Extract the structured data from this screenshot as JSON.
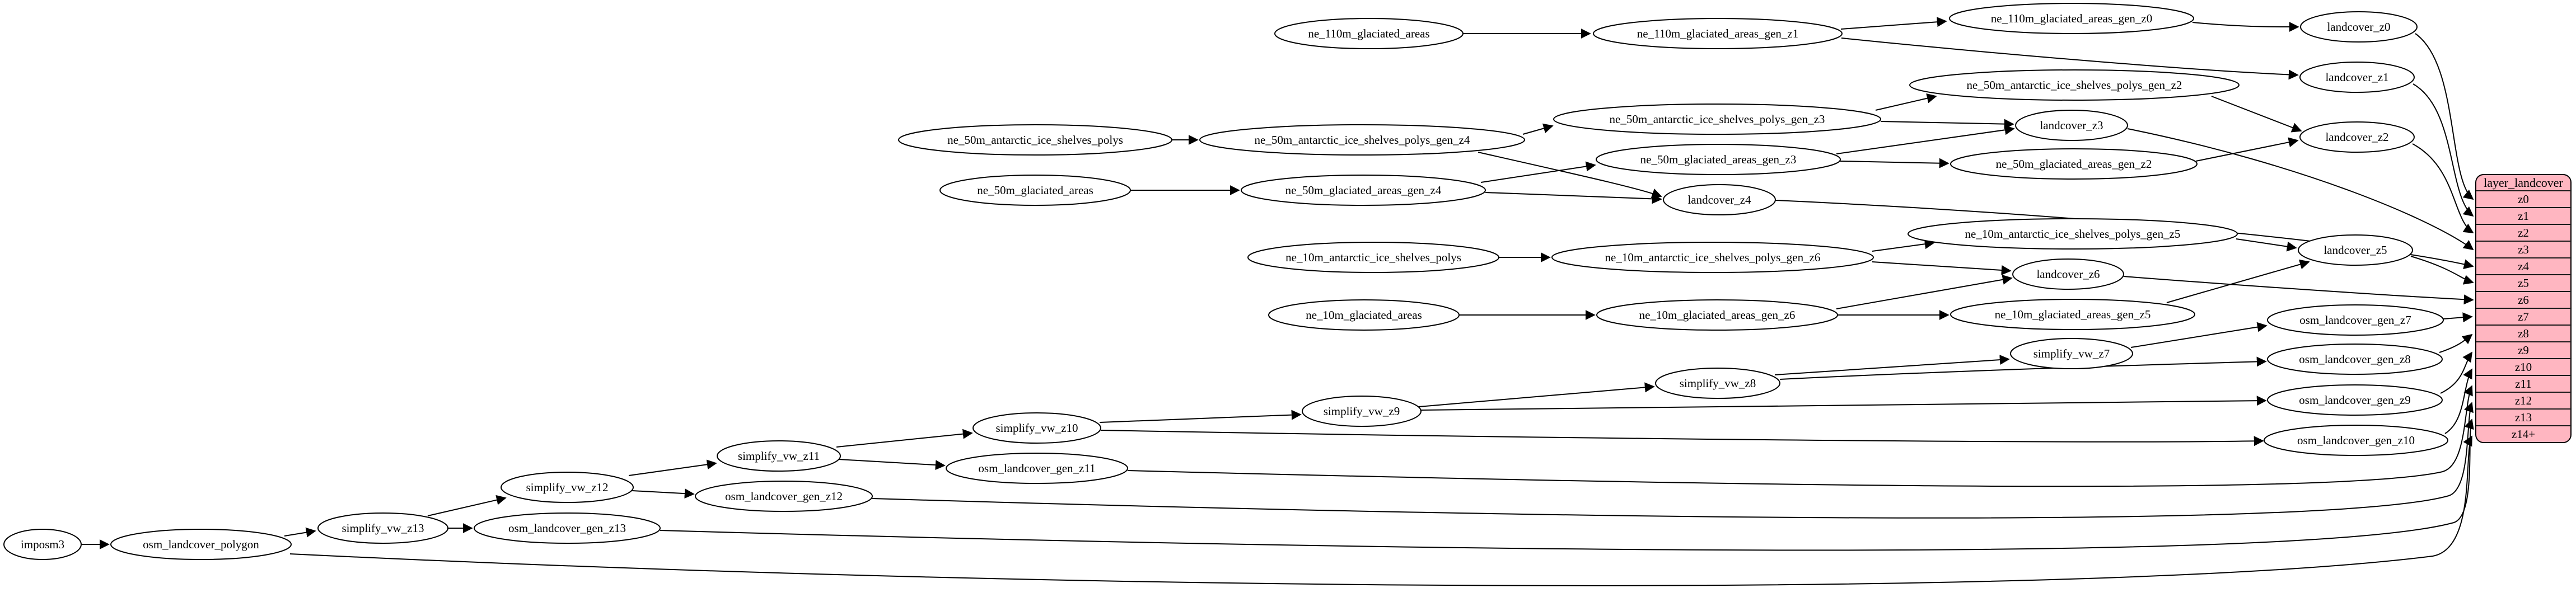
{
  "diagram": {
    "kind": "etl-dependency-graph",
    "layer": "landcover"
  },
  "colors": {
    "record_fill": "#ffb6c1",
    "record_stroke": "#000000",
    "node_fill": "#ffffff",
    "edge": "#000000"
  },
  "record": {
    "title": "layer_landcover",
    "rows": [
      "z0",
      "z1",
      "z2",
      "z3",
      "z4",
      "z5",
      "z6",
      "z7",
      "z8",
      "z9",
      "z10",
      "z11",
      "z12",
      "z13",
      "z14+"
    ]
  },
  "nodes": [
    {
      "id": "ne_110m_glaciated_areas",
      "label": "ne_110m_glaciated_areas"
    },
    {
      "id": "ne_110m_glaciated_areas_gen_z1",
      "label": "ne_110m_glaciated_areas_gen_z1"
    },
    {
      "id": "ne_110m_glaciated_areas_gen_z0",
      "label": "ne_110m_glaciated_areas_gen_z0"
    },
    {
      "id": "landcover_z0",
      "label": "landcover_z0"
    },
    {
      "id": "landcover_z1",
      "label": "landcover_z1"
    },
    {
      "id": "ne_50m_antarctic_ice_shelves_polys",
      "label": "ne_50m_antarctic_ice_shelves_polys"
    },
    {
      "id": "ne_50m_antarctic_ice_shelves_polys_gen_z4",
      "label": "ne_50m_antarctic_ice_shelves_polys_gen_z4"
    },
    {
      "id": "ne_50m_antarctic_ice_shelves_polys_gen_z3",
      "label": "ne_50m_antarctic_ice_shelves_polys_gen_z3"
    },
    {
      "id": "ne_50m_antarctic_ice_shelves_polys_gen_z2",
      "label": "ne_50m_antarctic_ice_shelves_polys_gen_z2"
    },
    {
      "id": "landcover_z2",
      "label": "landcover_z2"
    },
    {
      "id": "ne_50m_glaciated_areas",
      "label": "ne_50m_glaciated_areas"
    },
    {
      "id": "ne_50m_glaciated_areas_gen_z4",
      "label": "ne_50m_glaciated_areas_gen_z4"
    },
    {
      "id": "ne_50m_glaciated_areas_gen_z3",
      "label": "ne_50m_glaciated_areas_gen_z3"
    },
    {
      "id": "ne_50m_glaciated_areas_gen_z2",
      "label": "ne_50m_glaciated_areas_gen_z2"
    },
    {
      "id": "landcover_z3",
      "label": "landcover_z3"
    },
    {
      "id": "landcover_z4",
      "label": "landcover_z4"
    },
    {
      "id": "ne_10m_antarctic_ice_shelves_polys",
      "label": "ne_10m_antarctic_ice_shelves_polys"
    },
    {
      "id": "ne_10m_antarctic_ice_shelves_polys_gen_z6",
      "label": "ne_10m_antarctic_ice_shelves_polys_gen_z6"
    },
    {
      "id": "ne_10m_antarctic_ice_shelves_polys_gen_z5",
      "label": "ne_10m_antarctic_ice_shelves_polys_gen_z5"
    },
    {
      "id": "landcover_z6",
      "label": "landcover_z6"
    },
    {
      "id": "landcover_z5",
      "label": "landcover_z5"
    },
    {
      "id": "ne_10m_glaciated_areas",
      "label": "ne_10m_glaciated_areas"
    },
    {
      "id": "ne_10m_glaciated_areas_gen_z6",
      "label": "ne_10m_glaciated_areas_gen_z6"
    },
    {
      "id": "ne_10m_glaciated_areas_gen_z5",
      "label": "ne_10m_glaciated_areas_gen_z5"
    },
    {
      "id": "osm_landcover_gen_z7",
      "label": "osm_landcover_gen_z7"
    },
    {
      "id": "simplify_vw_z7",
      "label": "simplify_vw_z7"
    },
    {
      "id": "simplify_vw_z8",
      "label": "simplify_vw_z8"
    },
    {
      "id": "osm_landcover_gen_z8",
      "label": "osm_landcover_gen_z8"
    },
    {
      "id": "osm_landcover_gen_z9",
      "label": "osm_landcover_gen_z9"
    },
    {
      "id": "osm_landcover_gen_z10",
      "label": "osm_landcover_gen_z10"
    },
    {
      "id": "simplify_vw_z9",
      "label": "simplify_vw_z9"
    },
    {
      "id": "simplify_vw_z10",
      "label": "simplify_vw_z10"
    },
    {
      "id": "simplify_vw_z11",
      "label": "simplify_vw_z11"
    },
    {
      "id": "osm_landcover_gen_z11",
      "label": "osm_landcover_gen_z11"
    },
    {
      "id": "osm_landcover_gen_z12",
      "label": "osm_landcover_gen_z12"
    },
    {
      "id": "simplify_vw_z12",
      "label": "simplify_vw_z12"
    },
    {
      "id": "simplify_vw_z13",
      "label": "simplify_vw_z13"
    },
    {
      "id": "osm_landcover_gen_z13",
      "label": "osm_landcover_gen_z13"
    },
    {
      "id": "osm_landcover_polygon",
      "label": "osm_landcover_polygon"
    },
    {
      "id": "imposm3",
      "label": "imposm3"
    }
  ],
  "edges": [
    {
      "from": "ne_110m_glaciated_areas",
      "to": "ne_110m_glaciated_areas_gen_z1"
    },
    {
      "from": "ne_110m_glaciated_areas_gen_z1",
      "to": "ne_110m_glaciated_areas_gen_z0"
    },
    {
      "from": "ne_110m_glaciated_areas_gen_z0",
      "to": "landcover_z0"
    },
    {
      "from": "ne_110m_glaciated_areas_gen_z1",
      "to": "landcover_z1"
    },
    {
      "from": "landcover_z0",
      "to": "layer_landcover:z0"
    },
    {
      "from": "landcover_z1",
      "to": "layer_landcover:z1"
    },
    {
      "from": "landcover_z2",
      "to": "layer_landcover:z2"
    },
    {
      "from": "ne_50m_antarctic_ice_shelves_polys",
      "to": "ne_50m_antarctic_ice_shelves_polys_gen_z4"
    },
    {
      "from": "ne_50m_antarctic_ice_shelves_polys_gen_z4",
      "to": "ne_50m_antarctic_ice_shelves_polys_gen_z3"
    },
    {
      "from": "ne_50m_antarctic_ice_shelves_polys_gen_z3",
      "to": "ne_50m_antarctic_ice_shelves_polys_gen_z2"
    },
    {
      "from": "ne_50m_antarctic_ice_shelves_polys_gen_z3",
      "to": "landcover_z3"
    },
    {
      "from": "ne_50m_glaciated_areas_gen_z3",
      "to": "landcover_z3"
    },
    {
      "from": "ne_50m_antarctic_ice_shelves_polys_gen_z4",
      "to": "landcover_z4"
    },
    {
      "from": "ne_50m_glaciated_areas_gen_z4",
      "to": "landcover_z4"
    },
    {
      "from": "ne_50m_glaciated_areas",
      "to": "ne_50m_glaciated_areas_gen_z4"
    },
    {
      "from": "ne_50m_glaciated_areas_gen_z4",
      "to": "ne_50m_glaciated_areas_gen_z3"
    },
    {
      "from": "ne_50m_glaciated_areas_gen_z3",
      "to": "ne_50m_glaciated_areas_gen_z2"
    },
    {
      "from": "ne_50m_antarctic_ice_shelves_polys_gen_z2",
      "to": "landcover_z2"
    },
    {
      "from": "ne_50m_glaciated_areas_gen_z2",
      "to": "landcover_z2"
    },
    {
      "from": "landcover_z3",
      "to": "layer_landcover:z3"
    },
    {
      "from": "landcover_z4",
      "to": "layer_landcover:z4"
    },
    {
      "from": "ne_10m_antarctic_ice_shelves_polys",
      "to": "ne_10m_antarctic_ice_shelves_polys_gen_z6"
    },
    {
      "from": "ne_10m_antarctic_ice_shelves_polys_gen_z6",
      "to": "ne_10m_antarctic_ice_shelves_polys_gen_z5"
    },
    {
      "from": "ne_10m_antarctic_ice_shelves_polys_gen_z6",
      "to": "landcover_z6"
    },
    {
      "from": "ne_10m_glaciated_areas_gen_z6",
      "to": "landcover_z6"
    },
    {
      "from": "ne_10m_glaciated_areas",
      "to": "ne_10m_glaciated_areas_gen_z6"
    },
    {
      "from": "ne_10m_glaciated_areas_gen_z6",
      "to": "ne_10m_glaciated_areas_gen_z5"
    },
    {
      "from": "ne_10m_antarctic_ice_shelves_polys_gen_z5",
      "to": "landcover_z5"
    },
    {
      "from": "ne_10m_glaciated_areas_gen_z5",
      "to": "landcover_z5"
    },
    {
      "from": "landcover_z6",
      "to": "layer_landcover:z6"
    },
    {
      "from": "landcover_z5",
      "to": "layer_landcover:z5"
    },
    {
      "from": "imposm3",
      "to": "osm_landcover_polygon"
    },
    {
      "from": "osm_landcover_polygon",
      "to": "simplify_vw_z13"
    },
    {
      "from": "simplify_vw_z13",
      "to": "osm_landcover_gen_z13"
    },
    {
      "from": "simplify_vw_z13",
      "to": "simplify_vw_z12"
    },
    {
      "from": "simplify_vw_z12",
      "to": "osm_landcover_gen_z12"
    },
    {
      "from": "simplify_vw_z12",
      "to": "simplify_vw_z11"
    },
    {
      "from": "simplify_vw_z11",
      "to": "osm_landcover_gen_z11"
    },
    {
      "from": "simplify_vw_z11",
      "to": "simplify_vw_z10"
    },
    {
      "from": "simplify_vw_z10",
      "to": "osm_landcover_gen_z10"
    },
    {
      "from": "simplify_vw_z10",
      "to": "simplify_vw_z9"
    },
    {
      "from": "simplify_vw_z9",
      "to": "osm_landcover_gen_z9"
    },
    {
      "from": "simplify_vw_z9",
      "to": "simplify_vw_z8"
    },
    {
      "from": "simplify_vw_z8",
      "to": "osm_landcover_gen_z8"
    },
    {
      "from": "simplify_vw_z8",
      "to": "simplify_vw_z7"
    },
    {
      "from": "simplify_vw_z7",
      "to": "osm_landcover_gen_z7"
    },
    {
      "from": "osm_landcover_gen_z7",
      "to": "layer_landcover:z7"
    },
    {
      "from": "osm_landcover_gen_z8",
      "to": "layer_landcover:z8"
    },
    {
      "from": "osm_landcover_gen_z9",
      "to": "layer_landcover:z9"
    },
    {
      "from": "osm_landcover_gen_z10",
      "to": "layer_landcover:z10"
    },
    {
      "from": "osm_landcover_gen_z11",
      "to": "layer_landcover:z11"
    },
    {
      "from": "osm_landcover_gen_z12",
      "to": "layer_landcover:z12"
    },
    {
      "from": "osm_landcover_gen_z13",
      "to": "layer_landcover:z13"
    },
    {
      "from": "osm_landcover_polygon",
      "to": "layer_landcover:z14+"
    }
  ]
}
